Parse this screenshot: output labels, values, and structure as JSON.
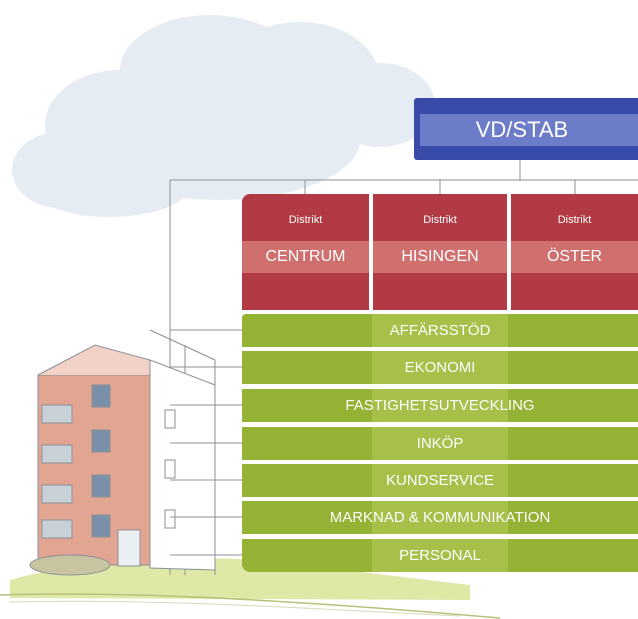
{
  "colors": {
    "vd_outer": "#3a4aa8",
    "vd_inner": "#6d7cc8",
    "district": "#b23a44",
    "district_band": "#cf6f6e",
    "function": "#94b233",
    "function_band": "#a6c04a",
    "cloud": "#e6ecf3",
    "building_brick": "#e2a592",
    "ground": "#dfe8a6"
  },
  "org": {
    "top": {
      "label": "VD/STAB"
    },
    "districts": [
      {
        "prefix": "Distrikt",
        "name": "CENTRUM"
      },
      {
        "prefix": "Distrikt",
        "name": "HISINGEN"
      },
      {
        "prefix": "Distrikt",
        "name": "ÖSTER"
      }
    ],
    "functions": [
      "AFFÄRSSTÖD",
      "EKONOMI",
      "FASTIGHETSUTVECKLING",
      "INKÖP",
      "KUNDSERVICE",
      "MARKNAD & KOMMUNIKATION",
      "PERSONAL"
    ]
  },
  "illustration": {
    "background_icons": [
      "cloud-icon",
      "apartment-building-icon",
      "lawn-icon"
    ]
  }
}
